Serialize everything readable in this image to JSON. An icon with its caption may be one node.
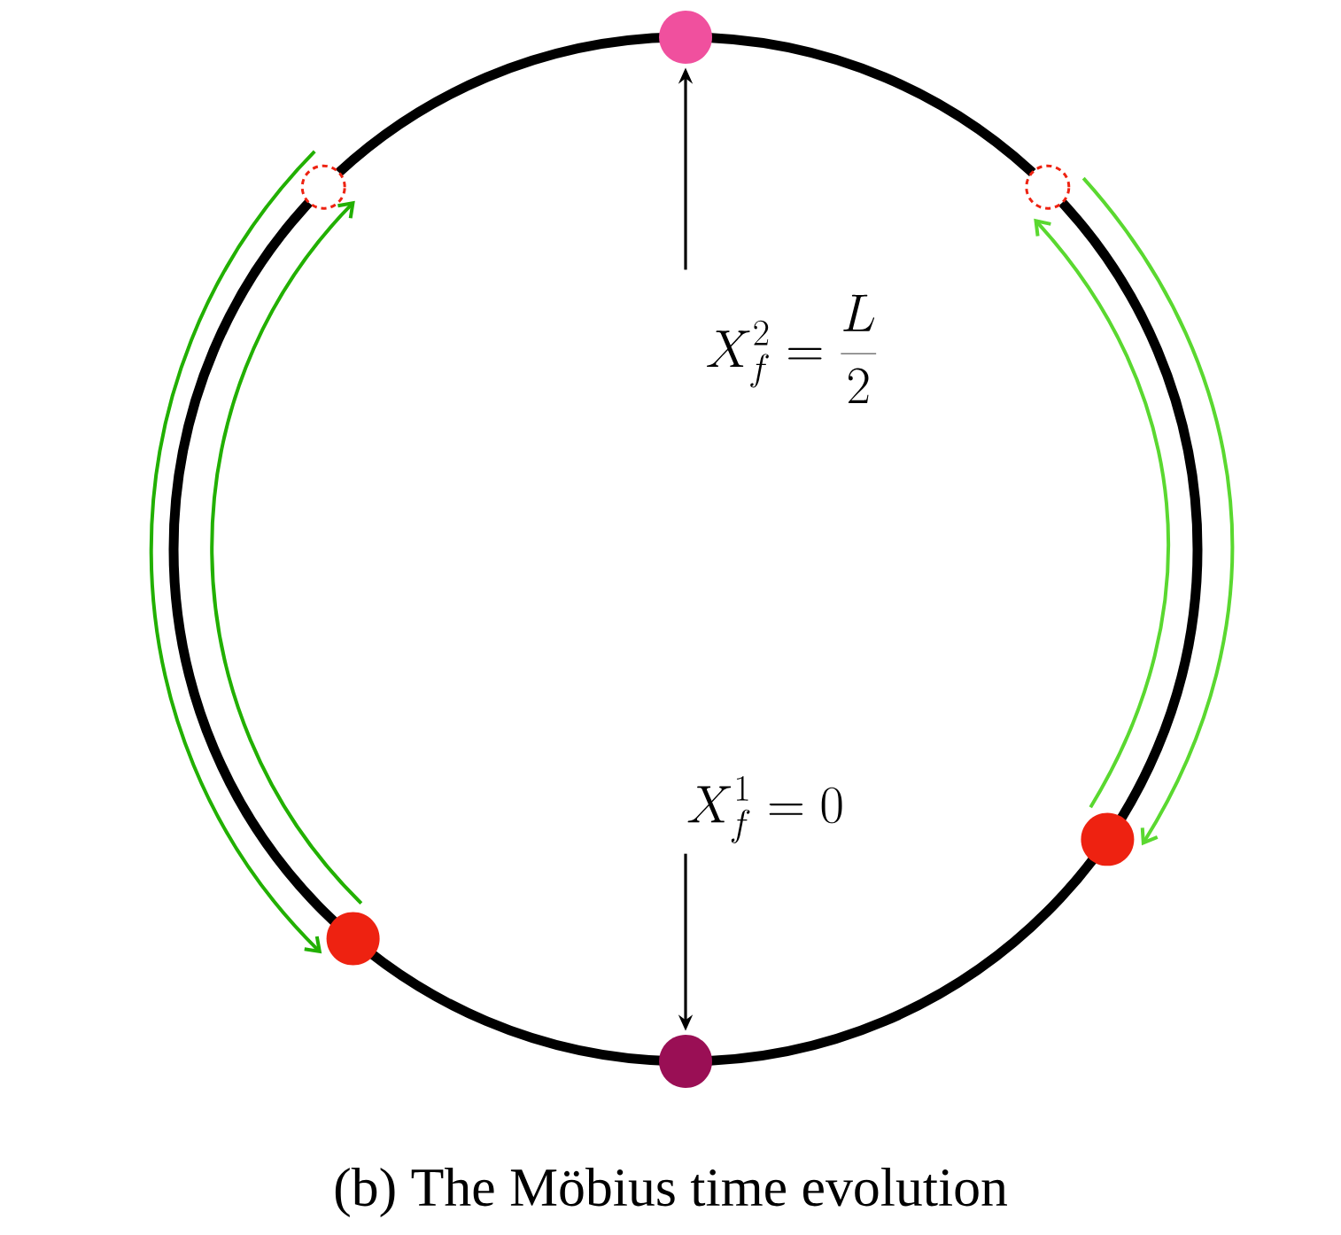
{
  "diagram": {
    "caption": "(b) The Möbius time evolution",
    "nodes": [
      {
        "text": [],
        "shape": "circle"
      },
      {
        "text": [],
        "shape": "circle"
      },
      {
        "text": [],
        "shape": "circle"
      },
      {
        "text": [
          "X_f^2 = \\frac{L}{2}"
        ]
      },
      {
        "text": [],
        "shape": "circle"
      },
      {
        "text": [
          "X_f^1 = 0"
        ]
      },
      {
        "text": [],
        "shape": "circle"
      },
      {
        "text": [],
        "shape": "circle"
      }
    ],
    "edges": [
      {
        "from": 3,
        "to": 0,
        "arrow": "to"
      },
      {
        "from": 5,
        "to": 7,
        "arrow": "to"
      },
      {
        "from": 1,
        "to": 6,
        "arrow": "to",
        "color": "#22b000"
      },
      {
        "from": 6,
        "to": 1,
        "arrow": "to",
        "color": "#22b000"
      },
      {
        "from": 4,
        "to": 2,
        "arrow": "to",
        "color": "#5ad830"
      },
      {
        "from": 2,
        "to": 4,
        "arrow": "to",
        "color": "#5ad830"
      }
    ]
  }
}
